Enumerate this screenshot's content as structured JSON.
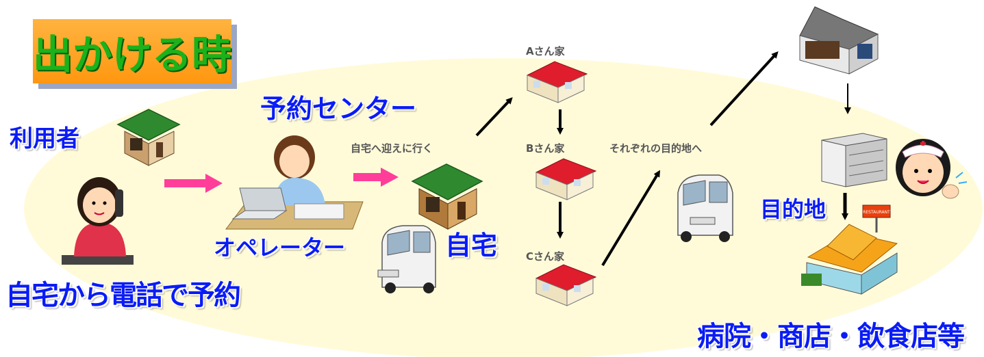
{
  "title": "出かける時",
  "labels": {
    "user": "利用者",
    "reservation_center": "予約センター",
    "operator": "オペレーター",
    "home": "自宅",
    "reserve_by_phone": "自宅から電話で予約",
    "pickup": "自宅へ迎えに行く",
    "house_a": "Aさん家",
    "house_b": "Bさん家",
    "house_c": "Cさん家",
    "to_destinations": "それぞれの目的地へ",
    "destination": "目的地",
    "places": "病院・商店・飲食店等"
  },
  "sign_text": "RESTAURANT",
  "colors": {
    "label_blue": "#0a1cf5",
    "title_green": "#1bb21b",
    "title_orange": "#ff9f1c",
    "pink_arrow": "#ff3e9a",
    "ellipse_fill": "#fffbd9"
  }
}
